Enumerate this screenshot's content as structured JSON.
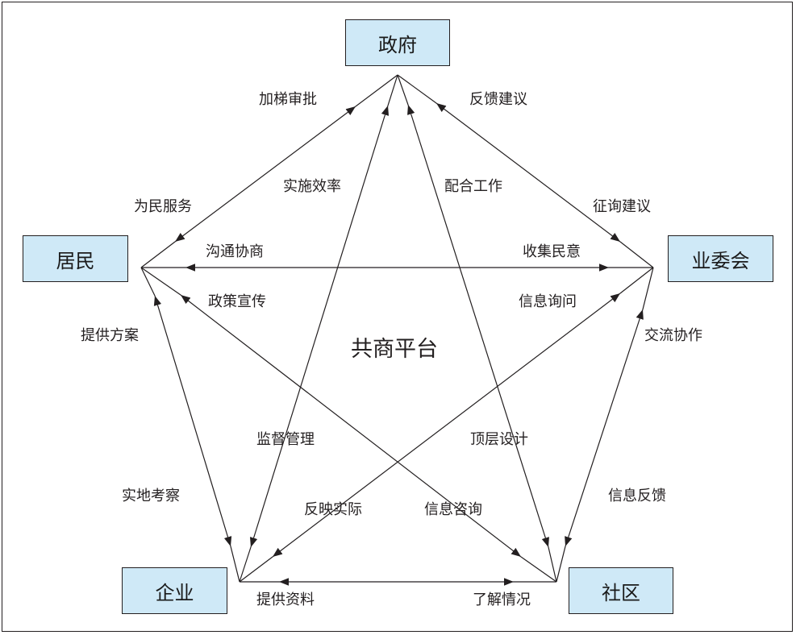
{
  "nodes": {
    "government": "政府",
    "residents": "居民",
    "owners_committee": "业委会",
    "enterprise": "企业",
    "community": "社区"
  },
  "center_label": "共商平台",
  "edge_labels": {
    "elevator_approval": "加梯审批",
    "serve_people": "为民服务",
    "implementation_efficiency": "实施效率",
    "cooperate_work": "配合工作",
    "feedback_suggestions": "反馈建议",
    "solicit_suggestions": "征询建议",
    "communicate_negotiate": "沟通协商",
    "collect_opinions": "收集民意",
    "policy_publicity": "政策宣传",
    "information_inquiry": "信息询问",
    "provide_plan": "提供方案",
    "exchange_cooperation": "交流协作",
    "supervise_manage": "监督管理",
    "top_level_design": "顶层设计",
    "field_inspection": "实地考察",
    "information_feedback": "信息反馈",
    "reflect_reality": "反映实际",
    "information_consulting": "信息咨询",
    "provide_materials": "提供资料",
    "understand_situation": "了解情况"
  },
  "colors": {
    "node_fill": "#cfe9f7",
    "line": "#231f20"
  }
}
